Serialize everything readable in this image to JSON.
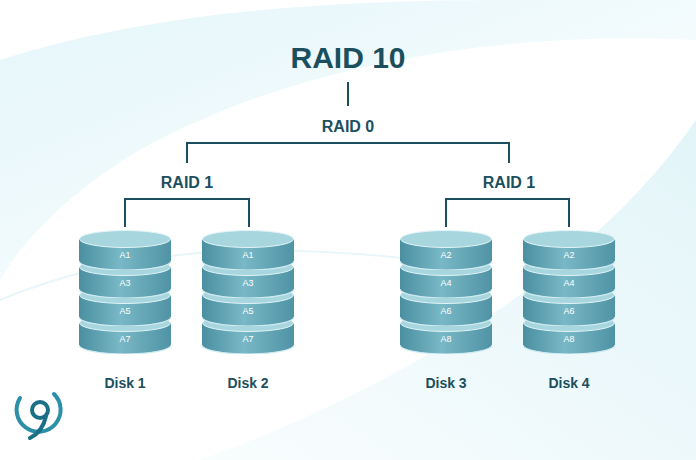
{
  "diagram": {
    "nodes": [
      {
        "text": [
          "Disk 1"
        ]
      },
      {
        "text": [
          "A1"
        ],
        "in": 0
      },
      {
        "text": [
          "A3"
        ],
        "in": 0
      },
      {
        "text": [
          "A5"
        ],
        "in": 0
      },
      {
        "text": [
          "A7"
        ],
        "in": 0
      },
      {
        "text": [
          "Disk 2"
        ]
      },
      {
        "text": [
          "A1"
        ],
        "in": 5
      },
      {
        "text": [
          "A3"
        ],
        "in": 5
      },
      {
        "text": [
          "A5"
        ],
        "in": 5
      },
      {
        "text": [
          "A7"
        ],
        "in": 5
      },
      {
        "text": [
          "Disk 3"
        ]
      },
      {
        "text": [
          "A2"
        ],
        "in": 10
      },
      {
        "text": [
          "A4"
        ],
        "in": 10
      },
      {
        "text": [
          "A6"
        ],
        "in": 10
      },
      {
        "text": [
          "A8"
        ],
        "in": 10
      },
      {
        "text": [
          "Disk 4"
        ]
      },
      {
        "text": [
          "A2"
        ],
        "in": 15
      },
      {
        "text": [
          "A4"
        ],
        "in": 15
      },
      {
        "text": [
          "A6"
        ],
        "in": 15
      },
      {
        "text": [
          "A8"
        ],
        "in": 15
      }
    ],
    "labels": [
      "RAID 10",
      "RAID 0",
      "RAID 1",
      "RAID 1"
    ]
  }
}
